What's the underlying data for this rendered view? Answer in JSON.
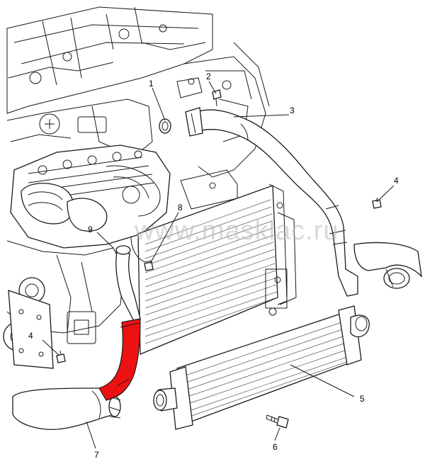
{
  "watermark": "www.masklac.ru",
  "callouts": [
    {
      "id": "1",
      "label": "1"
    },
    {
      "id": "2",
      "label": "2"
    },
    {
      "id": "3",
      "label": "3"
    },
    {
      "id": "4a",
      "label": "4"
    },
    {
      "id": "4b",
      "label": "4"
    },
    {
      "id": "5",
      "label": "5"
    },
    {
      "id": "6",
      "label": "6"
    },
    {
      "id": "7",
      "label": "7"
    },
    {
      "id": "8",
      "label": "8"
    },
    {
      "id": "9",
      "label": "9"
    }
  ],
  "colors": {
    "line": "#1a1a1a",
    "highlight_hose": "#ee1111",
    "background": "#ffffff",
    "watermark": "#b9b9b9"
  }
}
